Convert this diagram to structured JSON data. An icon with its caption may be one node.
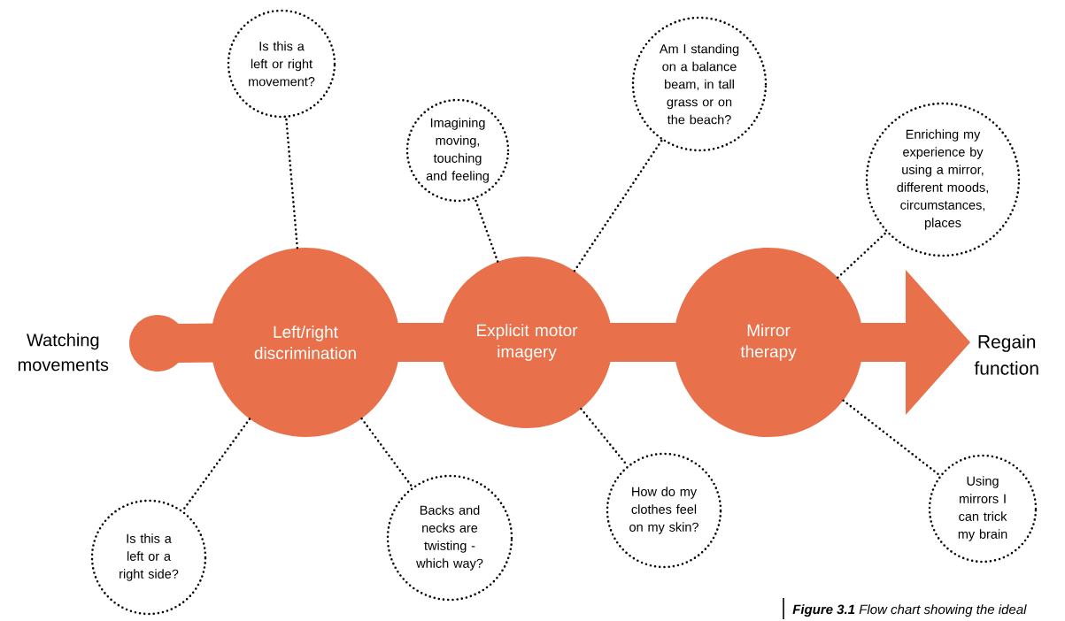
{
  "diagram": {
    "caption": "**Figure 3.1** Flow chart showing the ideal",
    "nodes": [
      {
        "text": [],
        "shape": "circle",
        "beside": [
          "Watching movements"
        ]
      },
      {
        "text": [
          "Left/right discrimination"
        ]
      },
      {
        "text": [
          "Explicit motor imagery"
        ]
      },
      {
        "text": [
          "Mirror therapy"
        ]
      },
      {
        "text": [
          "Regain function"
        ]
      },
      {
        "text": [
          "Is this a left or right movement?"
        ]
      },
      {
        "text": [
          "Imagining moving, touching and feeling"
        ]
      },
      {
        "text": [
          "Am I standing on a balance beam, in tall grass or on the beach?"
        ]
      },
      {
        "text": [
          "Enriching my experience by using a mirror, different moods, circumstances, places"
        ]
      },
      {
        "text": [
          "Is this a left or a right side?"
        ]
      },
      {
        "text": [
          "Backs and necks are twisting - which way?"
        ]
      },
      {
        "text": [
          "How do my clothes feel on my skin?"
        ]
      },
      {
        "text": [
          "Using mirrors I can trick my brain"
        ]
      }
    ],
    "edges": [
      {
        "from": 0,
        "to": 1,
        "arrow": "none",
        "style": "thick",
        "color": "#e8704a"
      },
      {
        "from": 1,
        "to": 2,
        "arrow": "none",
        "style": "thick",
        "color": "#e8704a"
      },
      {
        "from": 2,
        "to": 3,
        "arrow": "none",
        "style": "thick",
        "color": "#e8704a"
      },
      {
        "from": 3,
        "to": 4,
        "arrow": "to",
        "style": "thick",
        "color": "#e8704a"
      },
      {
        "from": 1,
        "to": 5,
        "arrow": "none",
        "style": "dashed"
      },
      {
        "from": 2,
        "to": 6,
        "arrow": "none",
        "style": "dashed"
      },
      {
        "from": 2,
        "to": 7,
        "arrow": "none",
        "style": "dashed"
      },
      {
        "from": 3,
        "to": 8,
        "arrow": "none",
        "style": "dashed"
      },
      {
        "from": 1,
        "to": 9,
        "arrow": "none",
        "style": "dashed"
      },
      {
        "from": 1,
        "to": 10,
        "arrow": "none",
        "style": "dashed"
      },
      {
        "from": 2,
        "to": 11,
        "arrow": "none",
        "style": "dashed"
      },
      {
        "from": 3,
        "to": 12,
        "arrow": "none",
        "style": "dashed"
      }
    ]
  }
}
